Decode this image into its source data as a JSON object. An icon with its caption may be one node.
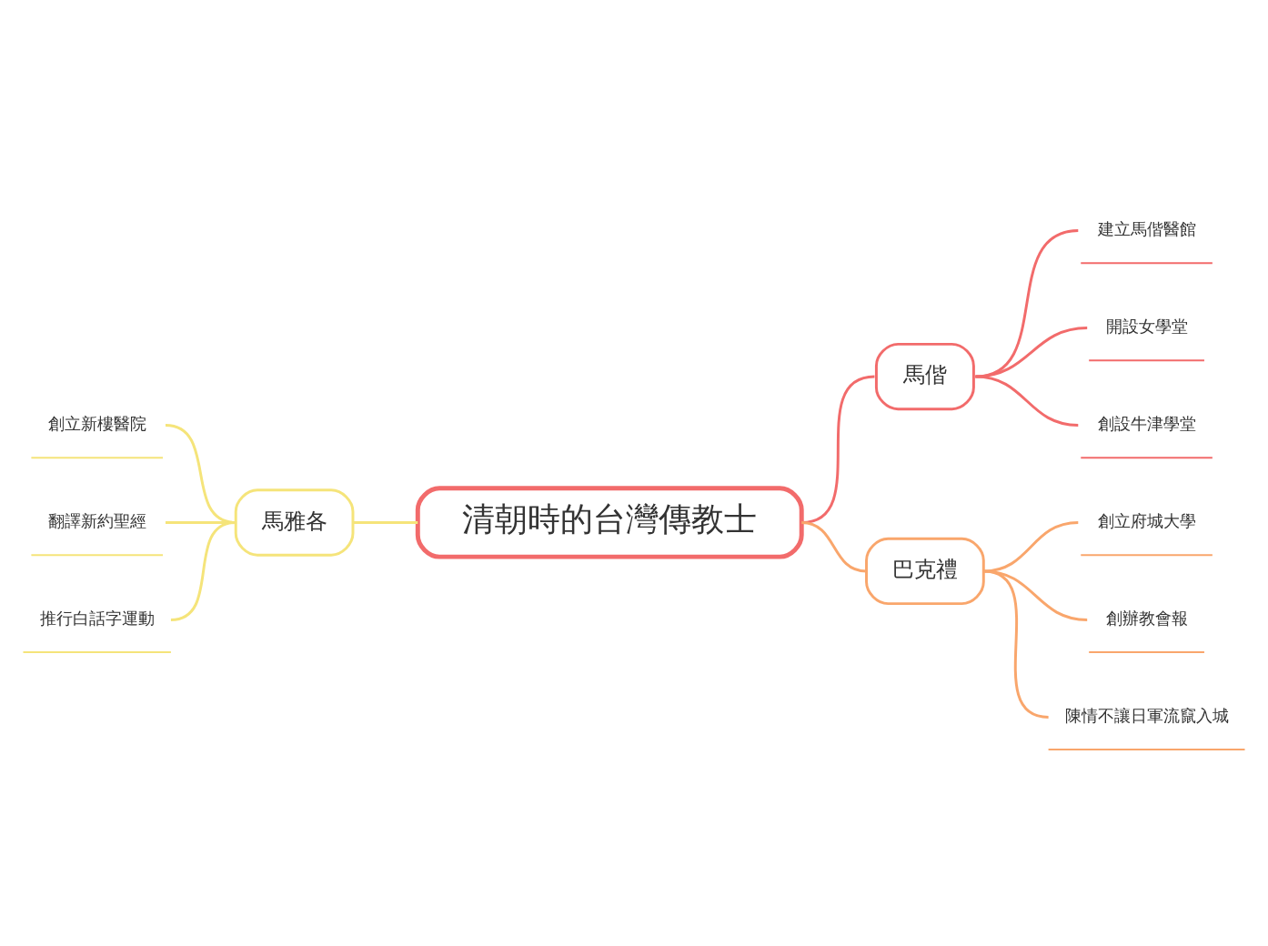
{
  "diagram": {
    "nodes": [
      {
        "text": [
          "清朝時的台灣傳教士"
        ]
      },
      {
        "text": [
          "馬偕"
        ]
      },
      {
        "text": [
          "建立馬偕醫館"
        ]
      },
      {
        "text": [
          "開設女學堂"
        ]
      },
      {
        "text": [
          "創設牛津學堂"
        ]
      },
      {
        "text": [
          "巴克禮"
        ]
      },
      {
        "text": [
          "創立府城大學"
        ]
      },
      {
        "text": [
          "創辦教會報"
        ]
      },
      {
        "text": [
          "陳情不讓日軍流竄入城"
        ]
      },
      {
        "text": [
          "馬雅各"
        ]
      },
      {
        "text": [
          "創立新樓醫院"
        ]
      },
      {
        "text": [
          "翻譯新約聖經"
        ]
      },
      {
        "text": [
          "推行白話字運動"
        ]
      }
    ],
    "edges": [
      {
        "from": 0,
        "to": 1,
        "arrow": "none",
        "color": "#f26b6b"
      },
      {
        "from": 1,
        "to": 2,
        "arrow": "none",
        "color": "#f26b6b"
      },
      {
        "from": 1,
        "to": 3,
        "arrow": "none",
        "color": "#f26b6b"
      },
      {
        "from": 1,
        "to": 4,
        "arrow": "none",
        "color": "#f26b6b"
      },
      {
        "from": 0,
        "to": 5,
        "arrow": "none",
        "color": "#f9a66c"
      },
      {
        "from": 5,
        "to": 6,
        "arrow": "none",
        "color": "#f9a66c"
      },
      {
        "from": 5,
        "to": 7,
        "arrow": "none",
        "color": "#f9a66c"
      },
      {
        "from": 5,
        "to": 8,
        "arrow": "none",
        "color": "#f9a66c"
      },
      {
        "from": 0,
        "to": 9,
        "arrow": "none",
        "color": "#f5e47a"
      },
      {
        "from": 9,
        "to": 10,
        "arrow": "none",
        "color": "#f5e47a"
      },
      {
        "from": 9,
        "to": 11,
        "arrow": "none",
        "color": "#f5e47a"
      },
      {
        "from": 9,
        "to": 12,
        "arrow": "none",
        "color": "#f5e47a"
      }
    ]
  }
}
